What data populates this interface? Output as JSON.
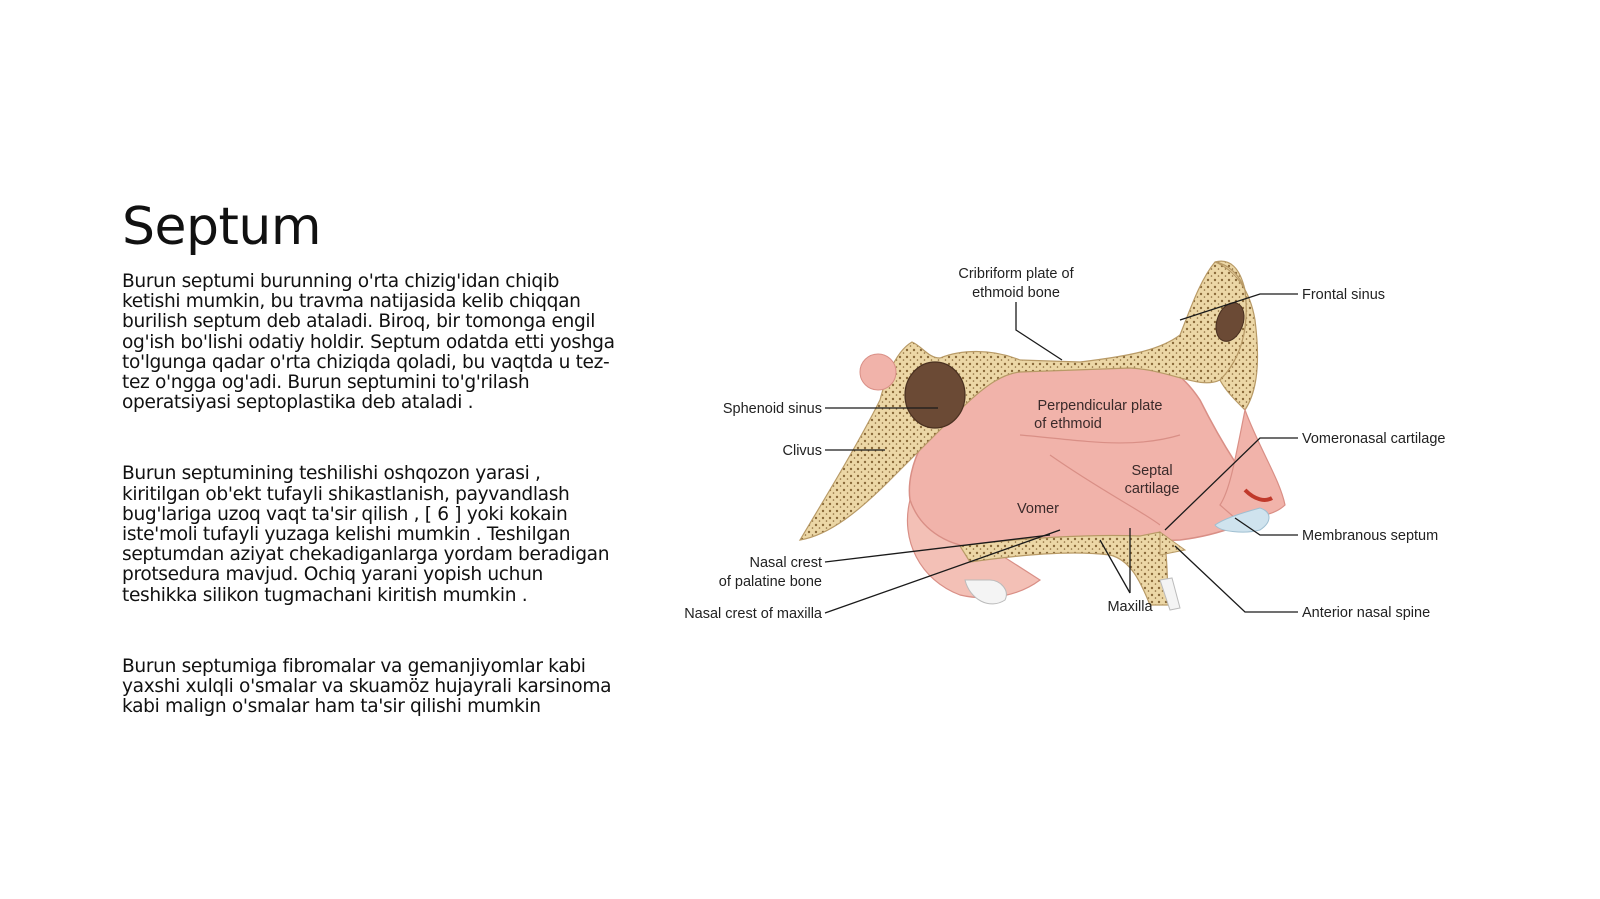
{
  "slide": {
    "title": "Septum",
    "paragraphs": [
      "Burun septumi burunning o'rta chizig'idan chiqib ketishi mumkin, bu travma natijasida kelib chiqqan burilish septum deb ataladi. Biroq, bir tomonga engil og'ish bo'lishi odatiy holdir. Septum odatda etti yoshga to'lgunga qadar o'rta chiziqda qoladi, bu vaqtda u tez-tez o'ngga og'adi. Burun septumini to'g'rilash operatsiyasi septoplastika deb ataladi .",
      "Burun septumining teshilishi oshqozon yarasi , kiritilgan ob'ekt tufayli shikastlanish, payvandlash bug'lariga uzoq vaqt ta'sir qilish , [ 6 ] yoki kokain iste'moli tufayli yuzaga kelishi mumkin . Teshilgan septumdan aziyat chekadiganlarga yordam beradigan protsedura mavjud. Ochiq yarani yopish uchun teshikka silikon tugmachani kiritish mumkin .",
      "Burun septumiga fibromalar va gemanjiyomlar kabi yaxshi xulqli o'smalar va skuamöz hujayrali karsinoma kabi malign o'smalar ham ta'sir qilishi mumkin"
    ]
  },
  "diagram": {
    "labels": {
      "cribriform_line1": "Cribriform plate of",
      "cribriform_line2": "ethmoid bone",
      "frontal_sinus": "Frontal sinus",
      "sphenoid_sinus": "Sphenoid sinus",
      "perpendicular_line1": "Perpendicular plate",
      "perpendicular_line2": "of ethmoid",
      "clivus": "Clivus",
      "vomeronasal_cartilage": "Vomeronasal cartilage",
      "septal_line1": "Septal",
      "septal_line2": "cartilage",
      "vomer": "Vomer",
      "membranous_septum": "Membranous septum",
      "nasal_crest_palatine_line1": "Nasal crest",
      "nasal_crest_palatine_line2": "of palatine bone",
      "maxilla": "Maxilla",
      "anterior_nasal_spine": "Anterior nasal spine",
      "nasal_crest_maxilla": "Nasal crest of maxilla"
    },
    "colors": {
      "bone": "#ecd7a6",
      "bone_dots": "#8a6a3a",
      "tissue": "#f1b3aa",
      "sinus": "#6b4a35",
      "cartilage": "#cfe3ee"
    }
  }
}
